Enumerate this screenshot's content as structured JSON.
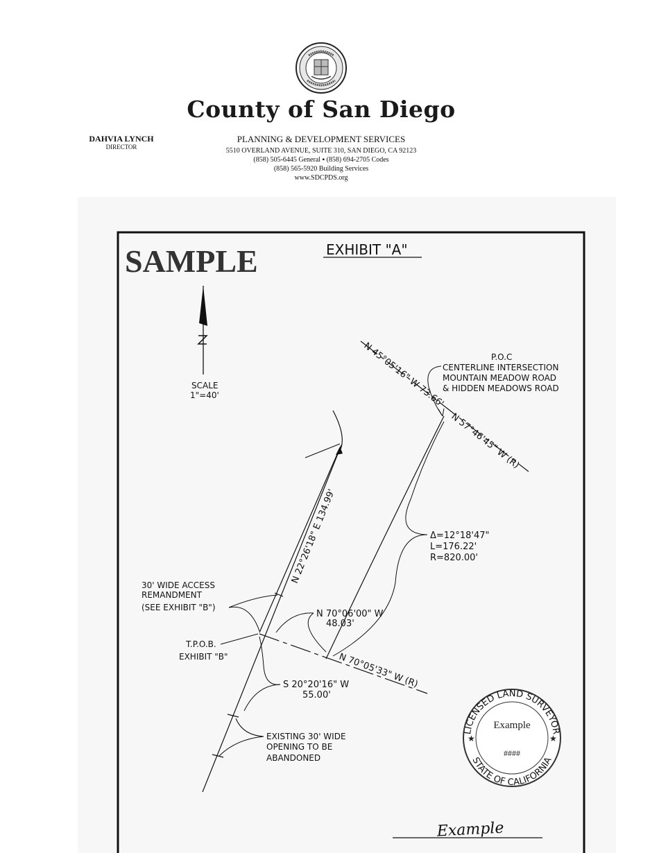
{
  "header": {
    "seal_motto": "THE NOBLEST MOTIVE IS THE PUBLIC GOOD",
    "seal_year": "MDCCCL",
    "county_title": "County of San Diego",
    "director_name": "DAHVIA LYNCH",
    "director_role": "DIRECTOR",
    "department": "PLANNING & DEVELOPMENT SERVICES",
    "address": "5510 OVERLAND AVENUE, SUITE 310, SAN DIEGO, CA 92123",
    "phones": "(858) 505-6445 General ▪ (858) 694-2705 Codes",
    "building": "(858) 565-5920 Building Services",
    "website": "www.SDCPDS.org"
  },
  "exhibit": {
    "watermark": "SAMPLE",
    "title": "EXHIBIT \"A\"",
    "scale_label": "SCALE",
    "scale_value": "1\"=40'",
    "poc": "P.O.C",
    "poc_line1": "CENTERLINE INTERSECTION",
    "poc_line2": "MOUNTAIN MEADOW ROAD",
    "poc_line3": "& HIDDEN MEADOWS ROAD",
    "bearing_nw1": "N 45°05'16\" W 73.66'",
    "bearing_r1": "N 57°46'45\" W (R)",
    "bearing_ne": "N 22°26'18\" E 134.99'",
    "curve_delta": "Δ=12°18'47\"",
    "curve_length": "L=176.22'",
    "curve_radius": "R=820.00'",
    "access_line1": "30' WIDE ACCESS",
    "access_line2": "REMANDMENT",
    "access_line3": "(SEE EXHIBIT \"B\")",
    "nw2_bearing": "N 70°06'00\" W",
    "nw2_distance": "48.03'",
    "tpob_line1": "T.P.O.B.",
    "tpob_line2": "EXHIBIT \"B\"",
    "bearing_r2": "N 70°05'33\" W (R)",
    "sw_bearing": "S 20°20'16\" W",
    "sw_distance": "55.00'",
    "existing_line1": "EXISTING 30' WIDE",
    "existing_line2": "OPENING TO BE",
    "existing_line3": "ABANDONED",
    "stamp_ring_top": "LICENSED LAND SURVEYOR",
    "stamp_ring_bottom": "STATE OF CALIFORNIA",
    "stamp_name": "Example",
    "stamp_number": "####",
    "signature": "Example"
  }
}
